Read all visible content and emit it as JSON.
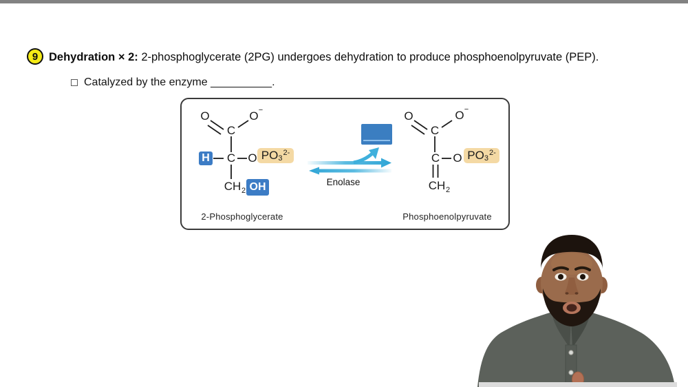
{
  "page": {
    "step_number": "9",
    "title_bold": "Dehydration × 2:",
    "title_rest": " 2-phosphoglycerate (2PG) undergoes dehydration to produce phosphoenolpyruvate (PEP).",
    "bullet": "Catalyzed by the enzyme __________."
  },
  "diagram": {
    "enzyme_label": "Enolase",
    "left": {
      "name": "2-Phosphoglycerate",
      "atoms": {
        "carbonyl_o": "O",
        "carboxyl_o": "O",
        "charge": "−",
        "c1": "C",
        "h": "H",
        "c2": "C",
        "o_link": "O",
        "p_group": "PO",
        "p_sub": "3",
        "p_sup": "2-",
        "ch": "CH",
        "ch_sub": "2",
        "oh": "OH"
      }
    },
    "right": {
      "name": "Phosphoenolpyruvate",
      "atoms": {
        "carbonyl_o": "O",
        "carboxyl_o": "O",
        "charge": "−",
        "c1": "C",
        "c2": "C",
        "o_link": "O",
        "p_group": "PO",
        "p_sub": "3",
        "p_sup": "2-",
        "ch": "CH",
        "ch_sub": "2"
      }
    },
    "colors": {
      "step_badge_yellow": "#F5EB16",
      "highlight_blue": "#3C7CC5",
      "highlight_orange": "#F4D9A4",
      "arrow_cyan": "#3FB0DC",
      "answer_cover_blue": "#3B7EC1"
    }
  }
}
